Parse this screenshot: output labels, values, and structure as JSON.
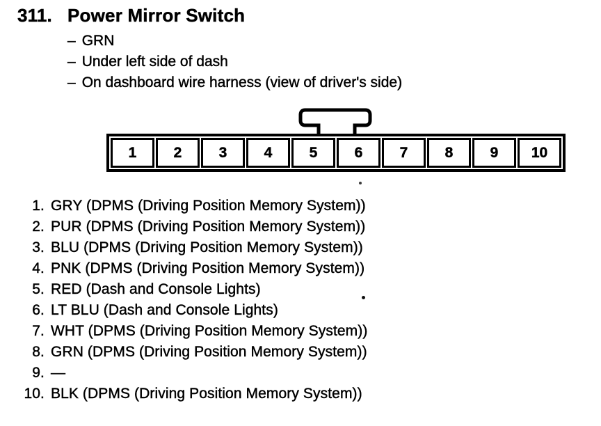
{
  "page": {
    "background": "#ffffff",
    "ink": "#000000"
  },
  "header": {
    "number": "311.",
    "title": "Power Mirror Switch",
    "bullet": "–",
    "details": [
      "GRN",
      "Under left side of dash",
      "On dashboard wire harness (view of driver's side)"
    ]
  },
  "connector": {
    "description": "10-pin connector, front view, latch tab on top between pins 5 and 6",
    "pins": [
      "1",
      "2",
      "3",
      "4",
      "5",
      "6",
      "7",
      "8",
      "9",
      "10"
    ]
  },
  "pin_list": [
    {
      "num": "1.",
      "desc": "GRY (DPMS (Driving Position Memory System))"
    },
    {
      "num": "2.",
      "desc": "PUR (DPMS (Driving Position Memory System))"
    },
    {
      "num": "3.",
      "desc": "BLU (DPMS (Driving Position Memory System))"
    },
    {
      "num": "4.",
      "desc": "PNK (DPMS (Driving Position Memory System))"
    },
    {
      "num": "5.",
      "desc": "RED (Dash and Console Lights)"
    },
    {
      "num": "6.",
      "desc": "LT BLU (Dash and Console Lights)"
    },
    {
      "num": "7.",
      "desc": "WHT (DPMS (Driving Position Memory System))"
    },
    {
      "num": "8.",
      "desc": "GRN (DPMS (Driving Position Memory System))"
    },
    {
      "num": "9.",
      "desc": "—"
    },
    {
      "num": "10.",
      "desc": "BLK (DPMS (Driving Position Memory System))"
    }
  ]
}
